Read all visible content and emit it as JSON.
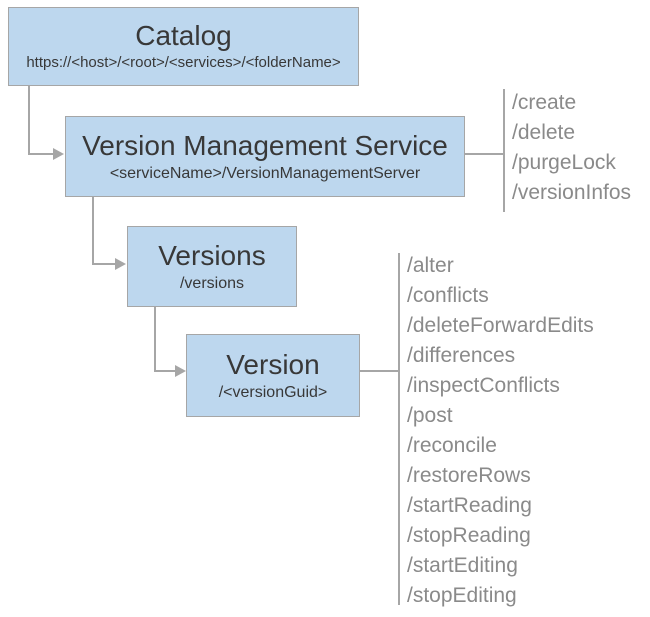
{
  "diagram": {
    "nodes": {
      "catalog": {
        "title": "Catalog",
        "subtitle": "https://<host>/<root>/<services>/<folderName>"
      },
      "version_management_service": {
        "title": "Version Management Service",
        "subtitle": "<serviceName>/VersionManagementServer",
        "operations": [
          "/create",
          "/delete",
          "/purgeLock",
          "/versionInfos"
        ]
      },
      "versions": {
        "title": "Versions",
        "subtitle": "/versions"
      },
      "version": {
        "title": "Version",
        "subtitle": "/<versionGuid>",
        "operations": [
          "/alter",
          "/conflicts",
          "/deleteForwardEdits",
          "/differences",
          "/inspectConflicts",
          "/post",
          "/reconcile",
          "/restoreRows",
          "/startReading",
          "/stopReading",
          "/startEditing",
          "/stopEditing"
        ]
      }
    },
    "colors": {
      "node_fill": "#BDD7EE",
      "node_border": "#A6A6A6",
      "connector": "#A6A6A6",
      "title_text": "#383838",
      "operation_text": "#8A8A8A",
      "background": "#FFFFFF"
    }
  }
}
